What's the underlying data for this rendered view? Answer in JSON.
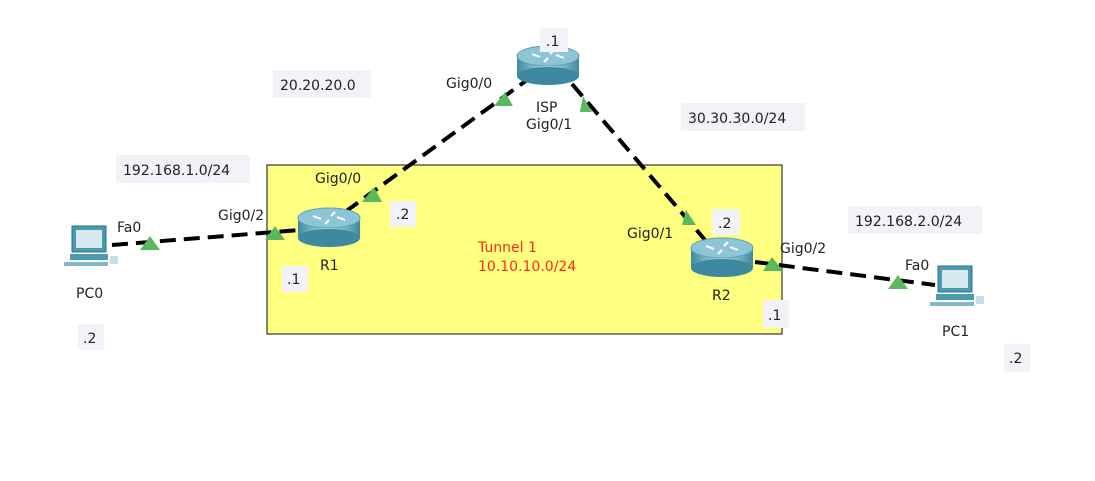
{
  "colors": {
    "tunnel_area": "#ffff80",
    "link_indicator": "#5cb85c",
    "tunnel_text": "#ff2a1a"
  },
  "networks": {
    "net1": "192.168.1.0/24",
    "net2": "20.20.20.0",
    "net3": "30.30.30.0/24",
    "net4": "192.168.2.0/24"
  },
  "tunnel": {
    "name": "Tunnel 1",
    "subnet": "10.10.10.0/24"
  },
  "devices": {
    "isp": {
      "name": "ISP",
      "addr": ".1",
      "if0": "Gig0/0",
      "if1": "Gig0/1",
      "icon": "router-icon"
    },
    "r1": {
      "name": "R1",
      "addr_lan": ".1",
      "addr_wan": ".2",
      "if_wan": "Gig0/0",
      "if_lan": "Gig0/2",
      "icon": "router-icon"
    },
    "r2": {
      "name": "R2",
      "addr_wan": ".2",
      "addr_lan": ".1",
      "if_wan": "Gig0/1",
      "if_lan": "Gig0/2",
      "icon": "router-icon"
    },
    "pc0": {
      "name": "PC0",
      "addr": ".2",
      "if": "Fa0",
      "icon": "pc-icon"
    },
    "pc1": {
      "name": "PC1",
      "addr": ".2",
      "if": "Fa0",
      "icon": "pc-icon"
    }
  }
}
